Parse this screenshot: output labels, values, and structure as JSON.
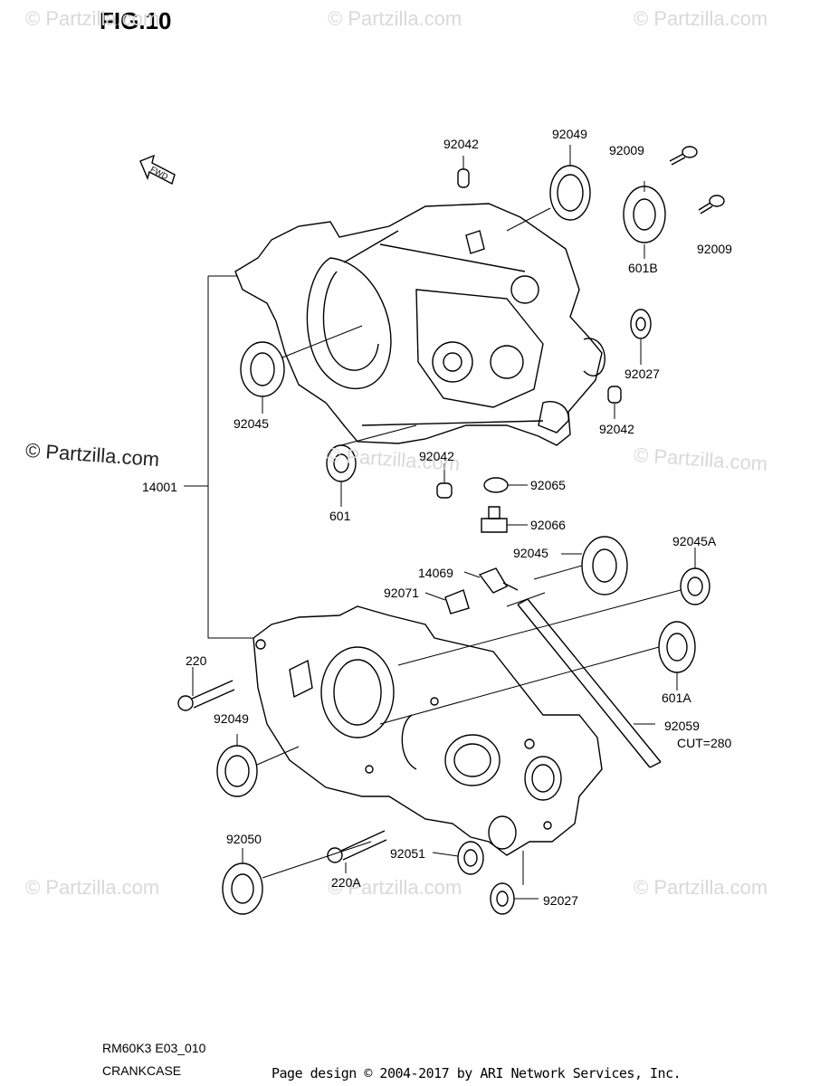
{
  "figure": {
    "title": "FIG.10"
  },
  "fwd_badge": "FWD",
  "watermark": "© Partzilla.com",
  "parts": {
    "p92042_a": "92042",
    "p92049_top": "92049",
    "p92009_a": "92009",
    "p601B": "601B",
    "p92009_b": "92009",
    "p92027_a": "92027",
    "p92042_b": "92042",
    "p92045_left": "92045",
    "p92042_c": "92042",
    "p92065": "92065",
    "p14001": "14001",
    "p601": "601",
    "p92066": "92066",
    "p92045_mid": "92045",
    "p92045A": "92045A",
    "p14069": "14069",
    "p92071": "92071",
    "p220": "220",
    "p601A": "601A",
    "p92049_low": "92049",
    "p92059": "92059",
    "cut": "CUT=280",
    "p92050": "92050",
    "p92051": "92051",
    "p220A": "220A",
    "p92027_b": "92027"
  },
  "footer": {
    "code": "RM60K3 E03_010",
    "name": "CRANKCASE",
    "credit": "Page design © 2004-2017 by ARI Network Services, Inc."
  }
}
